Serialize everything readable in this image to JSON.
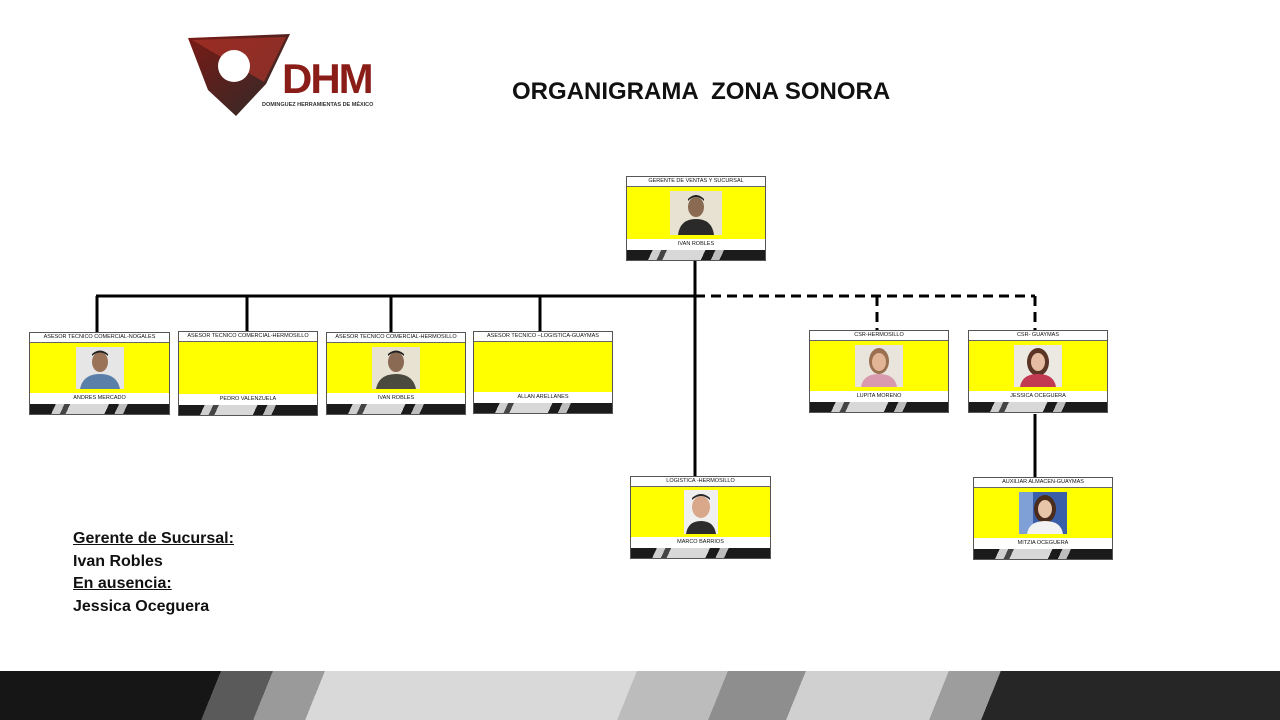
{
  "logo": {
    "text": "DHM",
    "subtitle": "DOMINGUEZ HERRAMIENTAS DE MÉXICO"
  },
  "title": "ORGANIGRAMA  ZONA SONORA",
  "colors": {
    "card_body": "#ffff00",
    "logo_red": "#8a1d17",
    "line": "#000000"
  },
  "cards": {
    "gerente": {
      "role": "GERENTE DE VENTAS Y SUCURSAL",
      "name": "IVAN ROBLES",
      "photo": "person-photo"
    },
    "nogales": {
      "role": "ASESOR TECNICO COMERCIAL-NOGALES",
      "name": "ANDRES MERCADO",
      "photo": "person-photo"
    },
    "hermo1": {
      "role": "ASESOR TECNICO COMERCIAL-HERMOSILLO",
      "name": "PEDRO VALENZUELA"
    },
    "hermo2": {
      "role": "ASESOR TECNICO COMERCIAL-HERMOSILLO",
      "name": "IVAN ROBLES",
      "photo": "person-photo"
    },
    "guaymas": {
      "role": "ASESOR TECNICO –LOGISTICA-GUAYMAS",
      "name": "ALLAN ARELLANES"
    },
    "csr_hermo": {
      "role": "CSR-HERMOSILLO",
      "name": "LUPITA MORENO",
      "photo": "person-photo"
    },
    "csr_guay": {
      "role": "CSR- GUAYMAS",
      "name": "JESSICA OCEGUERA",
      "photo": "person-photo"
    },
    "logistica": {
      "role": "LOGISTICA -HERMOSILLO",
      "name": "MARCO BARRIOS",
      "photo": "person-photo"
    },
    "auxiliar": {
      "role": "AUXILIAR ALMACEN-GUAYMAS",
      "name": "MITZIA OCEGUERA",
      "photo": "person-photo"
    }
  },
  "note": {
    "label1": "Gerente de Sucursal:",
    "value1": "Ivan Robles",
    "label2": "En ausencia:",
    "value2": "Jessica Oceguera"
  }
}
